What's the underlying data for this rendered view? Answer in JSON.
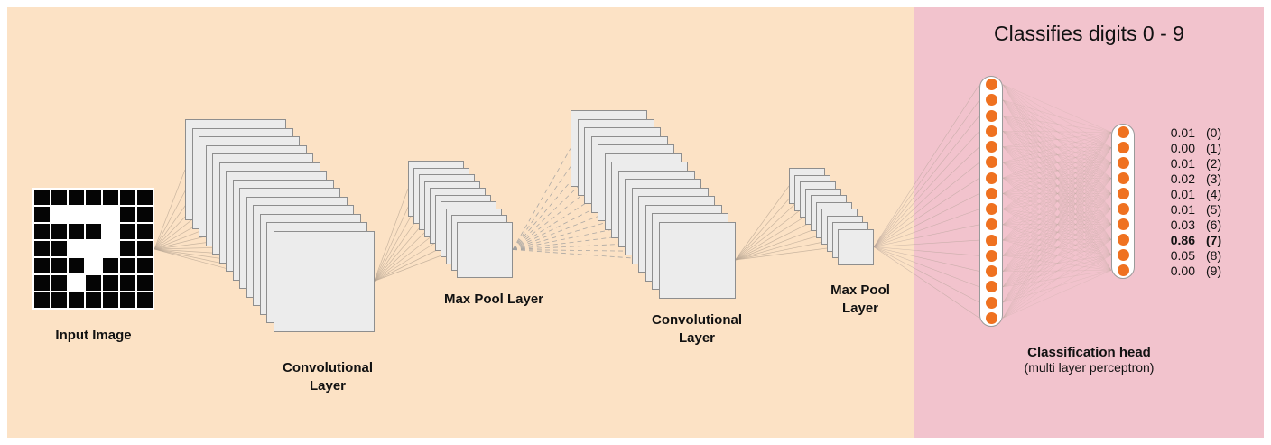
{
  "title": "Classifies digits 0 - 9",
  "colors": {
    "left_panel": "#fce2c5",
    "right_panel": "#f2c3cd",
    "neuron": "#ef7120",
    "sheet_fill": "#ececec",
    "sheet_border": "#8e8e8e",
    "pixel_black": "#050505",
    "pixel_white": "#ffffff"
  },
  "input": {
    "label": "Input Image",
    "grid": [
      "0000000",
      "0111100",
      "0000100",
      "0011100",
      "0001000",
      "0010000",
      "0000000"
    ]
  },
  "layers": {
    "conv1": {
      "label": [
        "Convolutional",
        "Layer"
      ],
      "sheets": 14
    },
    "pool1": {
      "label": [
        "Max Pool Layer"
      ],
      "sheets": 10
    },
    "conv2": {
      "label": [
        "Convolutional",
        "Layer"
      ],
      "sheets": 14
    },
    "pool2": {
      "label": [
        "Max Pool",
        "Layer"
      ],
      "sheets": 10
    }
  },
  "classifier": {
    "hidden_units": 16,
    "output_units": 10,
    "predictions": [
      {
        "prob": "0.01",
        "digit": "(0)",
        "bold": false
      },
      {
        "prob": "0.00",
        "digit": "(1)",
        "bold": false
      },
      {
        "prob": "0.01",
        "digit": "(2)",
        "bold": false
      },
      {
        "prob": "0.02",
        "digit": "(3)",
        "bold": false
      },
      {
        "prob": "0.01",
        "digit": "(4)",
        "bold": false
      },
      {
        "prob": "0.01",
        "digit": "(5)",
        "bold": false
      },
      {
        "prob": "0.03",
        "digit": "(6)",
        "bold": false
      },
      {
        "prob": "0.86",
        "digit": "(7)",
        "bold": true
      },
      {
        "prob": "0.05",
        "digit": "(8)",
        "bold": false
      },
      {
        "prob": "0.00",
        "digit": "(9)",
        "bold": false
      }
    ],
    "caption": [
      "Classification head",
      "(multi layer perceptron)"
    ]
  }
}
